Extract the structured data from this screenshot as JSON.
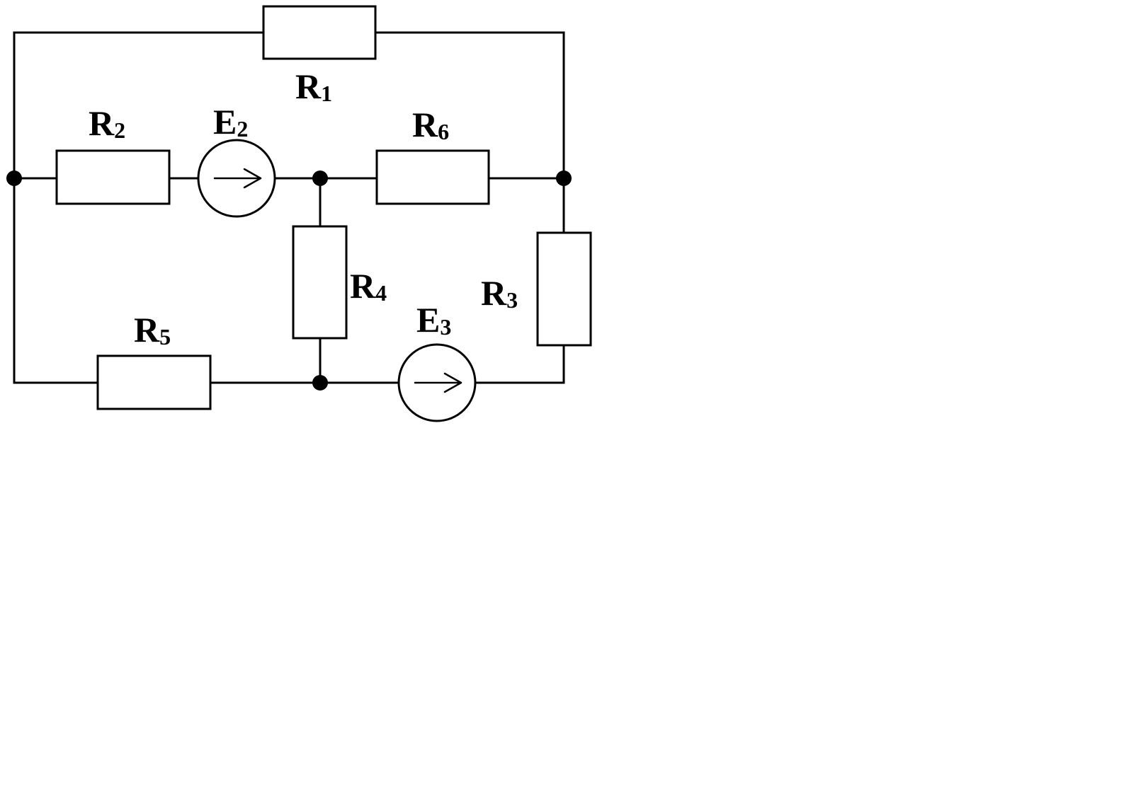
{
  "diagram": {
    "resistors": [
      {
        "id": "R1",
        "letter": "R",
        "sub": "1"
      },
      {
        "id": "R2",
        "letter": "R",
        "sub": "2"
      },
      {
        "id": "R3",
        "letter": "R",
        "sub": "3"
      },
      {
        "id": "R4",
        "letter": "R",
        "sub": "4"
      },
      {
        "id": "R5",
        "letter": "R",
        "sub": "5"
      },
      {
        "id": "R6",
        "letter": "R",
        "sub": "6"
      }
    ],
    "sources": [
      {
        "id": "E2",
        "letter": "E",
        "sub": "2",
        "arrow_direction": "right"
      },
      {
        "id": "E3",
        "letter": "E",
        "sub": "3",
        "arrow_direction": "right"
      }
    ],
    "nodes": [
      "left",
      "middle-top",
      "right",
      "middle-bottom"
    ]
  }
}
